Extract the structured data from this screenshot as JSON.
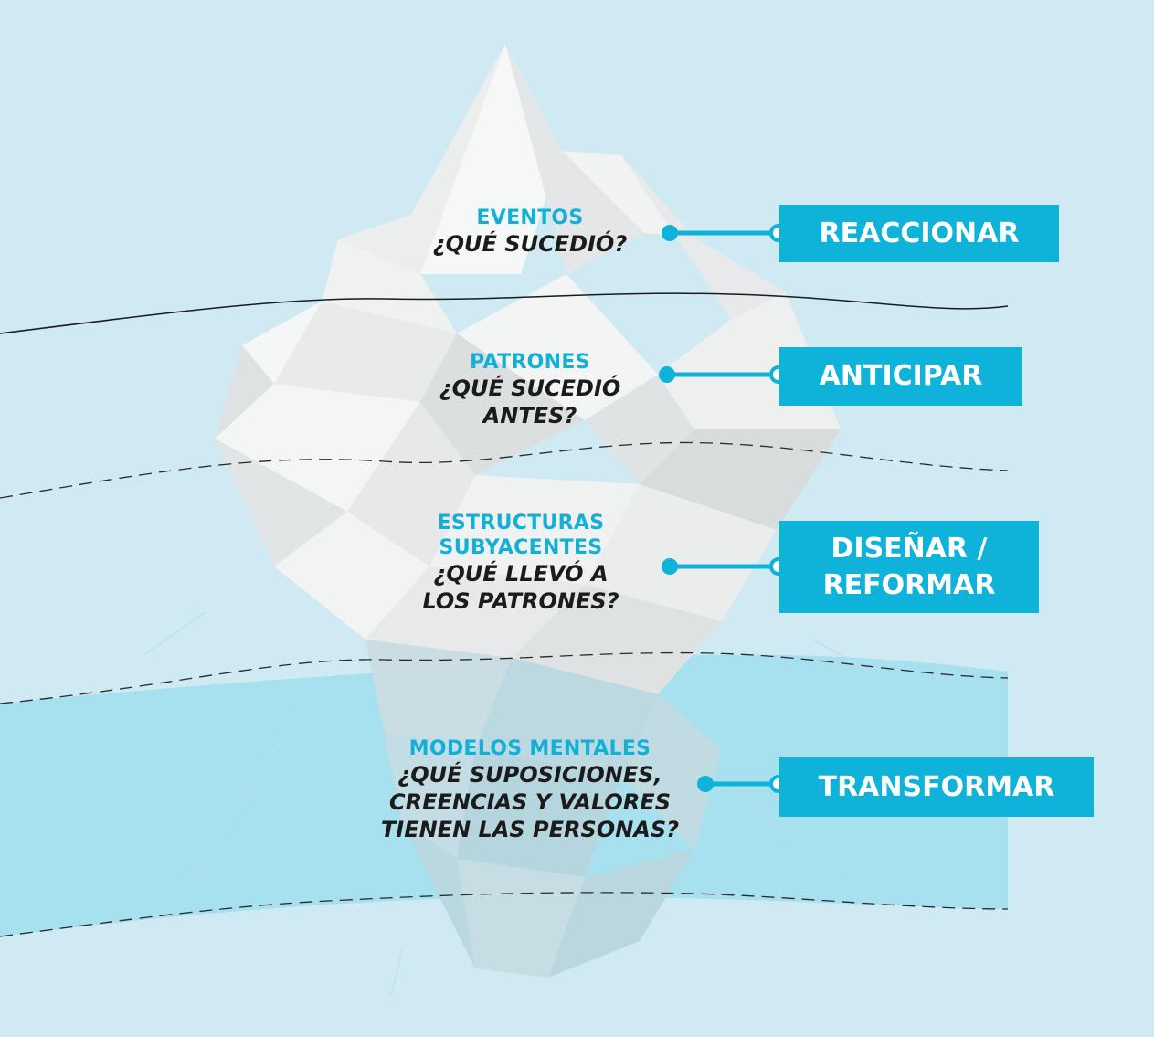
{
  "colors": {
    "sky": "#cfeaf3",
    "deep_water": "#a7e0ef",
    "accent": "#0fb3d9",
    "heading_text": "#12b0d6",
    "question_text": "#1b1b1b",
    "ice_light": "#f4f5f5",
    "ice_mid": "#e3e5e6",
    "ice_dark": "#cfd2d4"
  },
  "levels": [
    {
      "heading": "EVENTOS",
      "question": "¿QUÉ SUCEDIÓ?",
      "action": "REACCIONAR"
    },
    {
      "heading": "PATRONES",
      "question": "¿QUÉ SUCEDIÓ\nANTES?",
      "action": "ANTICIPAR"
    },
    {
      "heading": "ESTRUCTURAS\nSUBYACENTES",
      "question": "¿QUÉ LLEVÓ A\nLOS PATRONES?",
      "action": "DISEÑAR /\nREFORMAR"
    },
    {
      "heading": "MODELOS MENTALES",
      "question": "¿QUÉ SUPOSICIONES,\nCREENCIAS Y VALORES\nTIENEN LAS PERSONAS?",
      "action": "TRANSFORMAR"
    }
  ]
}
